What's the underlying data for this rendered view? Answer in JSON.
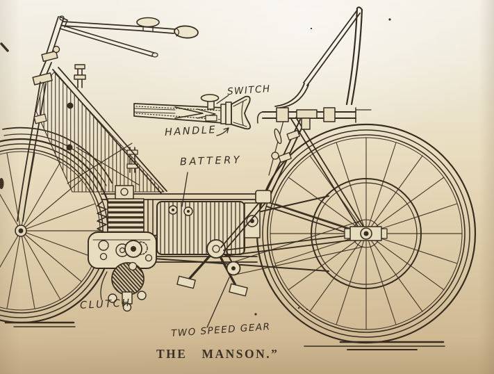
{
  "figure": {
    "caption": {
      "left": "THE",
      "right": "MANSON.”"
    },
    "labels": {
      "switch": "SWITCH",
      "handle": "HANDLE",
      "battery": "BATTERY",
      "clutch": "CLUTCH",
      "two_speed_gear": "TWO SPEED GEAR"
    },
    "colors": {
      "paper_top": "#f4f1e8",
      "paper_mid": "#e7dabb",
      "paper_bottom": "#cab28a",
      "ink": "#362c20"
    }
  }
}
